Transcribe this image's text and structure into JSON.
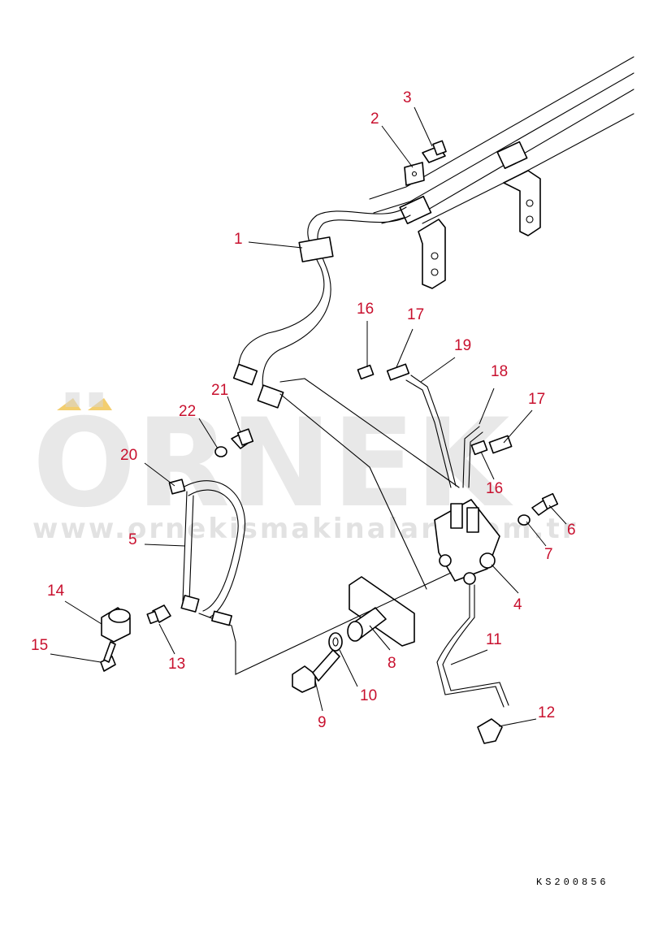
{
  "watermark": {
    "brand": "ÖRNEK",
    "url": "www.ornekismakinalari.com.tr",
    "accent_color": "#f0c24a"
  },
  "drawing_code": "KS200856",
  "callout_color": "#c8102e",
  "callouts": {
    "c1": "1",
    "c2": "2",
    "c3": "3",
    "c4": "4",
    "c5": "5",
    "c6": "6",
    "c7": "7",
    "c8": "8",
    "c9": "9",
    "c10": "10",
    "c11": "11",
    "c12": "12",
    "c13": "13",
    "c14": "14",
    "c15": "15",
    "c16a": "16",
    "c16b": "16",
    "c17a": "17",
    "c17b": "17",
    "c18": "18",
    "c19": "19",
    "c20": "20",
    "c21": "21",
    "c22": "22"
  }
}
